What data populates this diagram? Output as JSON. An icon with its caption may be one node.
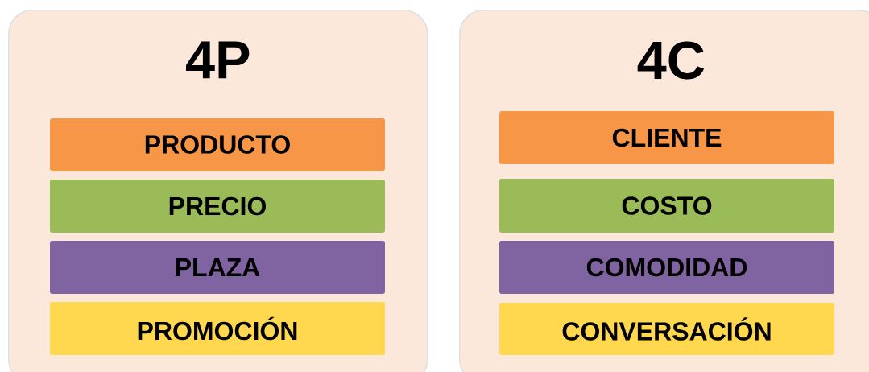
{
  "diagram": {
    "nodes": [
      {
        "text": [
          "4P"
        ]
      },
      {
        "text": [
          "PRODUCTO"
        ],
        "in": 0
      },
      {
        "text": [
          "PRECIO"
        ],
        "in": 0
      },
      {
        "text": [
          "PLAZA"
        ],
        "in": 0
      },
      {
        "text": [
          "PROMOCIÓN"
        ],
        "in": 0
      },
      {
        "text": [
          "4C"
        ]
      },
      {
        "text": [
          "CLIENTE"
        ],
        "in": 5
      },
      {
        "text": [
          "COSTO"
        ],
        "in": 5
      },
      {
        "text": [
          "COMODIDAD"
        ],
        "in": 5
      },
      {
        "text": [
          "CONVERSACIÓN"
        ],
        "in": 5
      }
    ]
  }
}
